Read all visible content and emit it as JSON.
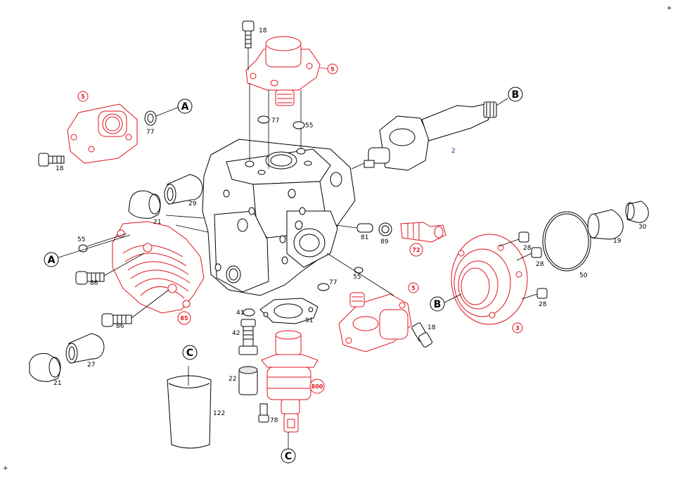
{
  "diagram": {
    "colors": {
      "outline": "#000000",
      "highlight": "#e0141e",
      "label_blue": "#1a1aa8",
      "background": "#ffffff"
    },
    "part_labels": {
      "p2": "2",
      "p3": "3",
      "p5a": "5",
      "p5b": "5",
      "p5c": "5",
      "p18a": "18",
      "p18b": "18",
      "p18c": "18",
      "p19": "19",
      "p21a": "21",
      "p21b": "21",
      "p22": "22",
      "p27": "27",
      "p28a": "28",
      "p28b": "28",
      "p28c": "28",
      "p29": "29",
      "p30": "30",
      "p41": "41",
      "p42": "42",
      "p50": "50",
      "p55a": "55",
      "p55b": "55",
      "p55c": "55",
      "p72": "72",
      "p77a": "77",
      "p77b": "77",
      "p77c": "77",
      "p78": "78",
      "p81": "81",
      "p85": "85",
      "p86a": "86",
      "p86b": "86",
      "p89": "89",
      "p91": "91",
      "p122": "122",
      "p800": "800"
    },
    "callouts": {
      "a_left": "A",
      "a_top": "A",
      "b_top": "B",
      "b_right": "B",
      "c_top": "C",
      "c_bottom": "C"
    },
    "corner_marks": {
      "top_right": "+",
      "bottom_left": "+"
    }
  }
}
